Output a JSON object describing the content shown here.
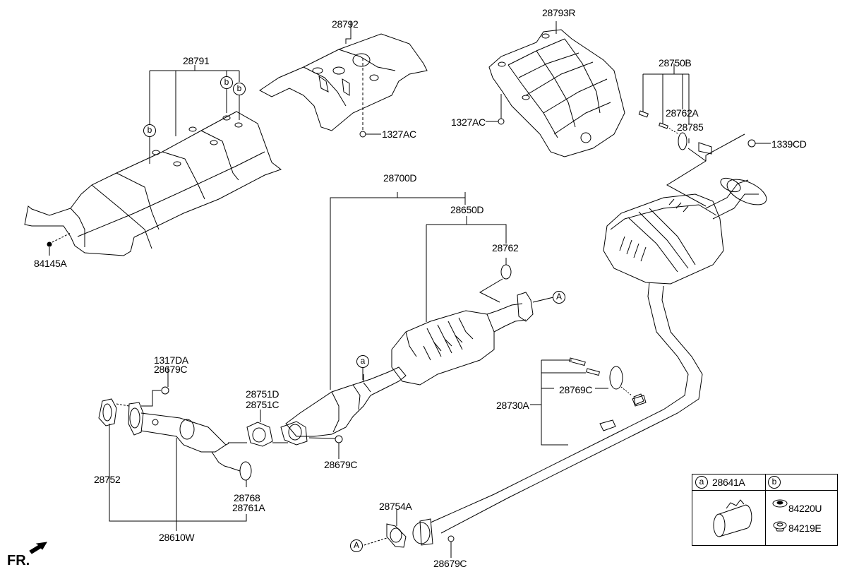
{
  "diagram": {
    "title": "Exhaust system parts diagram",
    "front_indicator": "FR.",
    "callouts": {
      "a": "a",
      "b": "b",
      "A": "A"
    },
    "parts": {
      "p28791": "28791",
      "p28792": "28792",
      "p28793R": "28793R",
      "p1327AC_left": "1327AC",
      "p1327AC_right": "1327AC",
      "p28750B": "28750B",
      "p28762A": "28762A",
      "p28785": "28785",
      "p1339CD": "1339CD",
      "p84145A": "84145A",
      "p28700D": "28700D",
      "p28650D": "28650D",
      "p28762": "28762",
      "p1317DA": "1317DA",
      "p28679C_top": "28679C",
      "p28751D": "28751D",
      "p28751C": "28751C",
      "p28679C_mid": "28679C",
      "p28752": "28752",
      "p28768": "28768",
      "p28761A": "28761A",
      "p28610W": "28610W",
      "p28769C": "28769C",
      "p28730A": "28730A",
      "p28754A": "28754A",
      "p28679C_bottom": "28679C"
    },
    "legend": {
      "a_label": "a",
      "a_part": "28641A",
      "b_label": "b",
      "b_parts": [
        "84220U",
        "84219E"
      ]
    }
  }
}
